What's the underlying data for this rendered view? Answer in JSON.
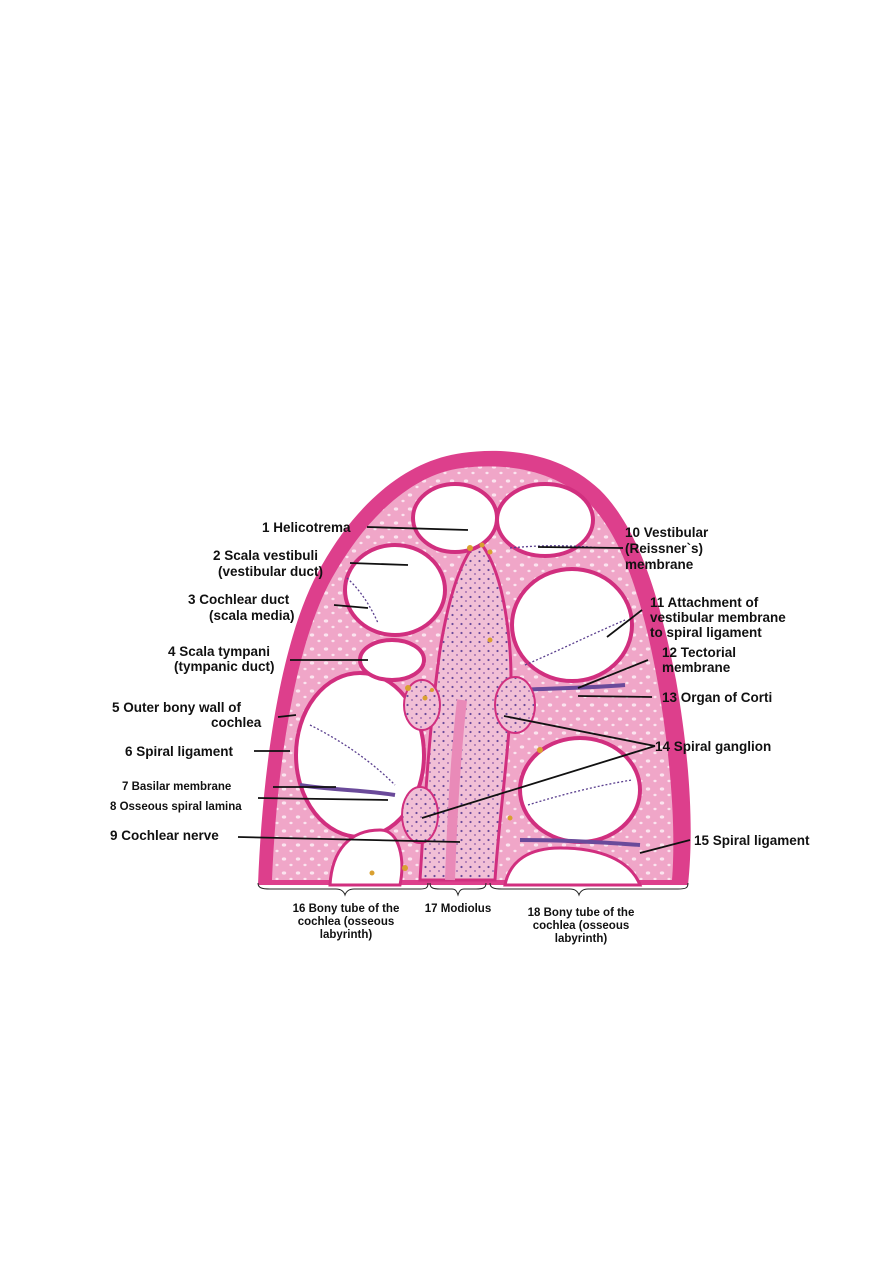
{
  "labels": {
    "l1": "1 Helicotrema",
    "l2a": "2 Scala vestibuli",
    "l2b": "(vestibular duct)",
    "l3a": "3 Cochlear duct",
    "l3b": "(scala media)",
    "l4a": "4 Scala tympani",
    "l4b": "(tympanic duct)",
    "l5a": "5 Outer bony wall of",
    "l5b": "cochlea",
    "l6": "6 Spiral ligament",
    "l7": "7 Basilar membrane",
    "l8": "8 Osseous spiral lamina",
    "l9": "9 Cochlear nerve",
    "l10a": "10 Vestibular",
    "l10b": "(Reissner`s)",
    "l10c": "membrane",
    "l11a": "11 Attachment of",
    "l11b": "vestibular membrane",
    "l11c": "to spiral ligament",
    "l12a": "12 Tectorial",
    "l12b": "membrane",
    "l13": "13 Organ of Corti",
    "l14": "14 Spiral ganglion",
    "l15": "15 Spiral ligament",
    "l16a": "16 Bony tube of the",
    "l16b": "cochlea (osseous",
    "l16c": "labyrinth)",
    "l17": "17 Modiolus",
    "l18a": "18 Bony tube of the",
    "l18b": "cochlea (osseous",
    "l18c": "labyrinth)"
  },
  "colors": {
    "tissue_pink": "#e0428f",
    "tissue_light": "#f1bfd6",
    "bone_edge": "#d12f7f",
    "cavity": "#ffffff",
    "nuclei": "#5a3f8e",
    "rbc": "#d9a030"
  }
}
